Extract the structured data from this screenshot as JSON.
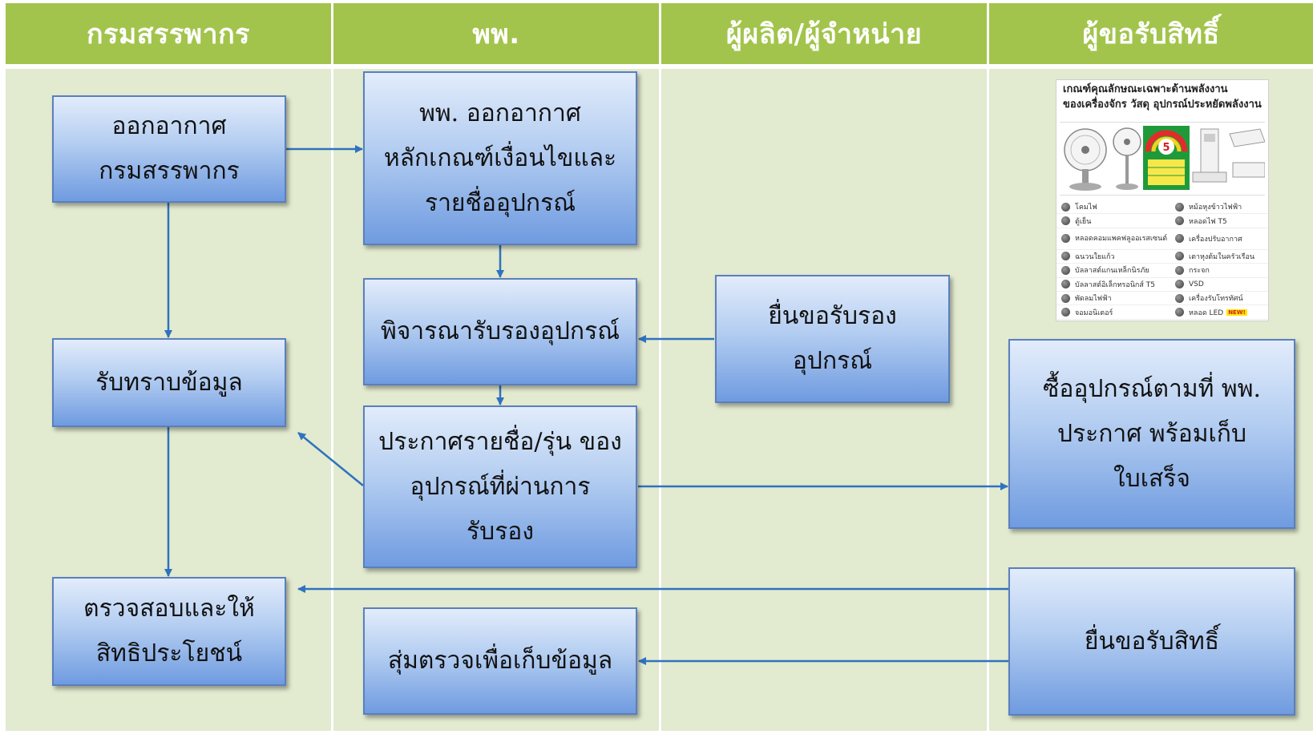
{
  "lanes": [
    {
      "title": "กรมสรรพากร"
    },
    {
      "title": "พพ."
    },
    {
      "title": "ผู้ผลิต/ผู้จำหน่าย"
    },
    {
      "title": "ผู้ขอรับสิทธิ์"
    }
  ],
  "boxes": {
    "rd_announce": "ออกอากาศ\nกรมสรรพากร",
    "dede_announce": "พพ. ออกอากาศ\nหลักเกณฑ์เงื่อนไขและ\nรายชื่ออุปกรณ์",
    "acknowledge": "รับทราบข้อมูล",
    "consider_certify": "พิจารณารับรองอุปกรณ์",
    "apply_certify": "ยื่นขอรับรอง\nอุปกรณ์",
    "announce_list": "ประกาศรายชื่อ/รุ่น ของ\nอุปกรณ์ที่ผ่านการ\nรับรอง",
    "buy_equipment": "ซื้ออุปกรณ์ตามที่ พพ.\nประกาศ พร้อมเก็บ\nใบเสร็จ",
    "verify_benefit": "ตรวจสอบและให้\nสิทธิประโยชน์",
    "random_check": "สุ่มตรวจเพื่อเก็บข้อมูล",
    "apply_right": "ยื่นขอรับสิทธิ์"
  },
  "inset": {
    "title": "เกณฑ์คุณลักษณะเฉพาะด้านพลังงาน\nของเครื่องจักร วัสดุ อุปกรณ์ประหยัดพลังงาน",
    "label_number": "5",
    "items_left": [
      "โคมไฟ",
      "ตู้เย็น",
      "หลอดคอมแพคฟลูออเรสเซนต์",
      "ฉนวนใยแก้ว",
      "บัลลาสต์แกนเหล็กนิรภัย",
      "บัลลาสต์อิเล็กทรอนิกส์ T5",
      "พัดลมไฟฟ้า",
      "จอมอนิเตอร์"
    ],
    "items_right": [
      "หม้อหุงข้าวไฟฟ้า",
      "หลอดไฟ T5",
      "เครื่องปรับอากาศ",
      "เตาหุงต้มในครัวเรือน",
      "กระจก",
      "VSD",
      "เครื่องรับโทรทัศน์",
      "หลอด LED"
    ],
    "new_tag": "NEW!"
  },
  "colors": {
    "lane_header": "#a2c44c",
    "lane_body": "#e2eacf",
    "box_top": "#e2ecfb",
    "box_bottom": "#6f9be0",
    "arrow": "#2f72c0"
  }
}
